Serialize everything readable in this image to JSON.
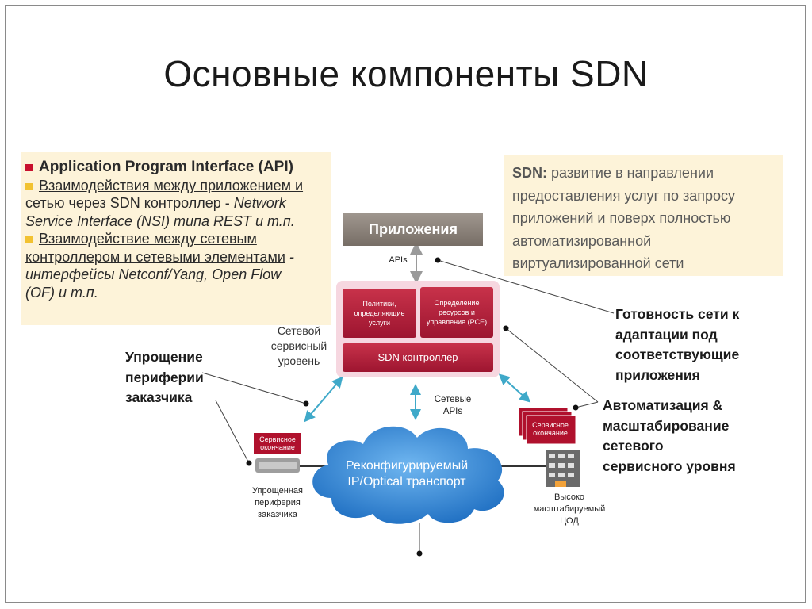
{
  "slide": {
    "title": "Основные компоненты SDN"
  },
  "api_note": {
    "heading": "Application Program Interface (API)",
    "item1_line1": "Взаимодействия  между приложением и",
    "item1_line2_u": "сетью через SDN контроллер  -",
    "item1_line2_it": " Network",
    "item1_line3": "Service Interface (NSI)  типа REST и т.п.",
    "item2_line1": "Взаимодействие между сетевым",
    "item2_line2_u": "контроллером и сетевыми элементами",
    "item2_line2_it": " -",
    "item2_line3": "интерфейсы Netconf/Yang, Open Flow",
    "item2_line4": "(OF)  и т.п."
  },
  "sdn_note": {
    "label": "SDN:",
    "line1": " развитие в направлении",
    "line2": "предоставления услуг по запросу",
    "line3": "приложений и поверх  полностью",
    "line4": "автоматизированной",
    "line5": "виртуализированной сети"
  },
  "diagram": {
    "apps": "Приложения",
    "apis": "APIs",
    "module_policy": "Политики, определяющие услуги",
    "module_pce": "Определение ресурсов и управление (PCE)",
    "sdn_controller": "SDN контроллер",
    "service_level_1": "Сетевой",
    "service_level_2": "сервисный",
    "service_level_3": "уровень",
    "network_apis_1": "Сетевые",
    "network_apis_2": "APIs",
    "cloud_1": "Реконфигурируемый",
    "cloud_2": "IP/Optical транспорт",
    "service_end_left": "Сервисное окончание",
    "service_end_right": "Сервисное окончание",
    "periphery_1": "Упрощенная",
    "periphery_2": "периферия",
    "periphery_3": "заказчика",
    "dc_1": "Высоко",
    "dc_2": "масштабируемый",
    "dc_3": "ЦОД"
  },
  "callouts": {
    "left_1": "Упрощение",
    "left_2": "периферии",
    "left_3": "заказчика",
    "right_top_1": "Готовность сети к",
    "right_top_2": "адаптации под",
    "right_top_3": "соответствующие",
    "right_top_4": "приложения",
    "right_bottom_1": "Автоматизация &",
    "right_bottom_2": "масштабирование",
    "right_bottom_3": "сетевого",
    "right_bottom_4": "сервисного уровня"
  },
  "colors": {
    "accent_red": "#b0112d",
    "note_bg": "#fdf3d9",
    "cloud_blue": "#2f86d6",
    "arrow_teal": "#3fa9c9"
  }
}
